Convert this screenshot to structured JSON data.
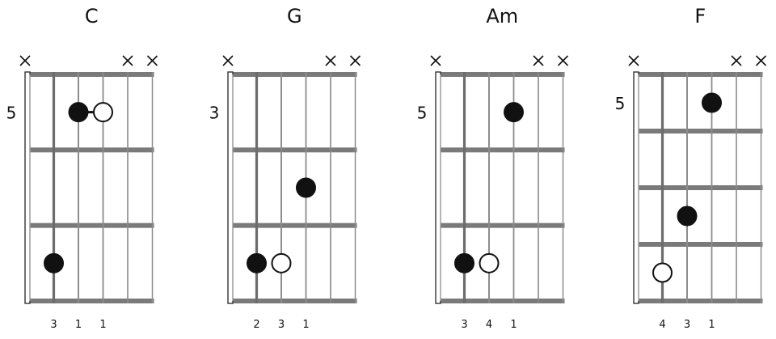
{
  "chords": [
    {
      "name": "C",
      "base_fret": "5",
      "muted_strings": [
        1,
        5,
        6
      ],
      "fret_rows": 3,
      "dots": [
        {
          "string": 3,
          "fret": 1,
          "filled": true
        },
        {
          "string": 4,
          "fret": 1,
          "filled": false
        },
        {
          "string": 2,
          "fret": 3,
          "filled": true
        }
      ],
      "bar_links": [
        {
          "from": 3,
          "to": 4,
          "fret": 1
        }
      ],
      "fingers": [
        {
          "string": 2,
          "label": "3"
        },
        {
          "string": 3,
          "label": "1"
        },
        {
          "string": 4,
          "label": "1"
        }
      ]
    },
    {
      "name": "G",
      "base_fret": "3",
      "muted_strings": [
        1,
        5,
        6
      ],
      "fret_rows": 3,
      "dots": [
        {
          "string": 4,
          "fret": 2,
          "filled": true
        },
        {
          "string": 2,
          "fret": 3,
          "filled": true
        },
        {
          "string": 3,
          "fret": 3,
          "filled": false
        }
      ],
      "bar_links": [],
      "fingers": [
        {
          "string": 2,
          "label": "2"
        },
        {
          "string": 3,
          "label": "3"
        },
        {
          "string": 4,
          "label": "1"
        }
      ]
    },
    {
      "name": "Am",
      "base_fret": "5",
      "muted_strings": [
        1,
        5,
        6
      ],
      "fret_rows": 3,
      "dots": [
        {
          "string": 4,
          "fret": 1,
          "filled": true
        },
        {
          "string": 2,
          "fret": 3,
          "filled": true
        },
        {
          "string": 3,
          "fret": 3,
          "filled": false
        }
      ],
      "bar_links": [],
      "fingers": [
        {
          "string": 2,
          "label": "3"
        },
        {
          "string": 3,
          "label": "4"
        },
        {
          "string": 4,
          "label": "1"
        }
      ]
    },
    {
      "name": "F",
      "base_fret": "5",
      "muted_strings": [
        1,
        5,
        6
      ],
      "fret_rows": 4,
      "dots": [
        {
          "string": 4,
          "fret": 1,
          "filled": true
        },
        {
          "string": 3,
          "fret": 3,
          "filled": true
        },
        {
          "string": 2,
          "fret": 4,
          "filled": false
        }
      ],
      "bar_links": [],
      "fingers": [
        {
          "string": 2,
          "label": "4"
        },
        {
          "string": 3,
          "label": "3"
        },
        {
          "string": 4,
          "label": "1"
        }
      ]
    }
  ],
  "colors": {
    "ink": "#111111",
    "fret_line": "#7a7a7a",
    "string_line": "#8c8c8c",
    "nut_stroke": "#333333",
    "open_dot_fill": "#ffffff"
  }
}
